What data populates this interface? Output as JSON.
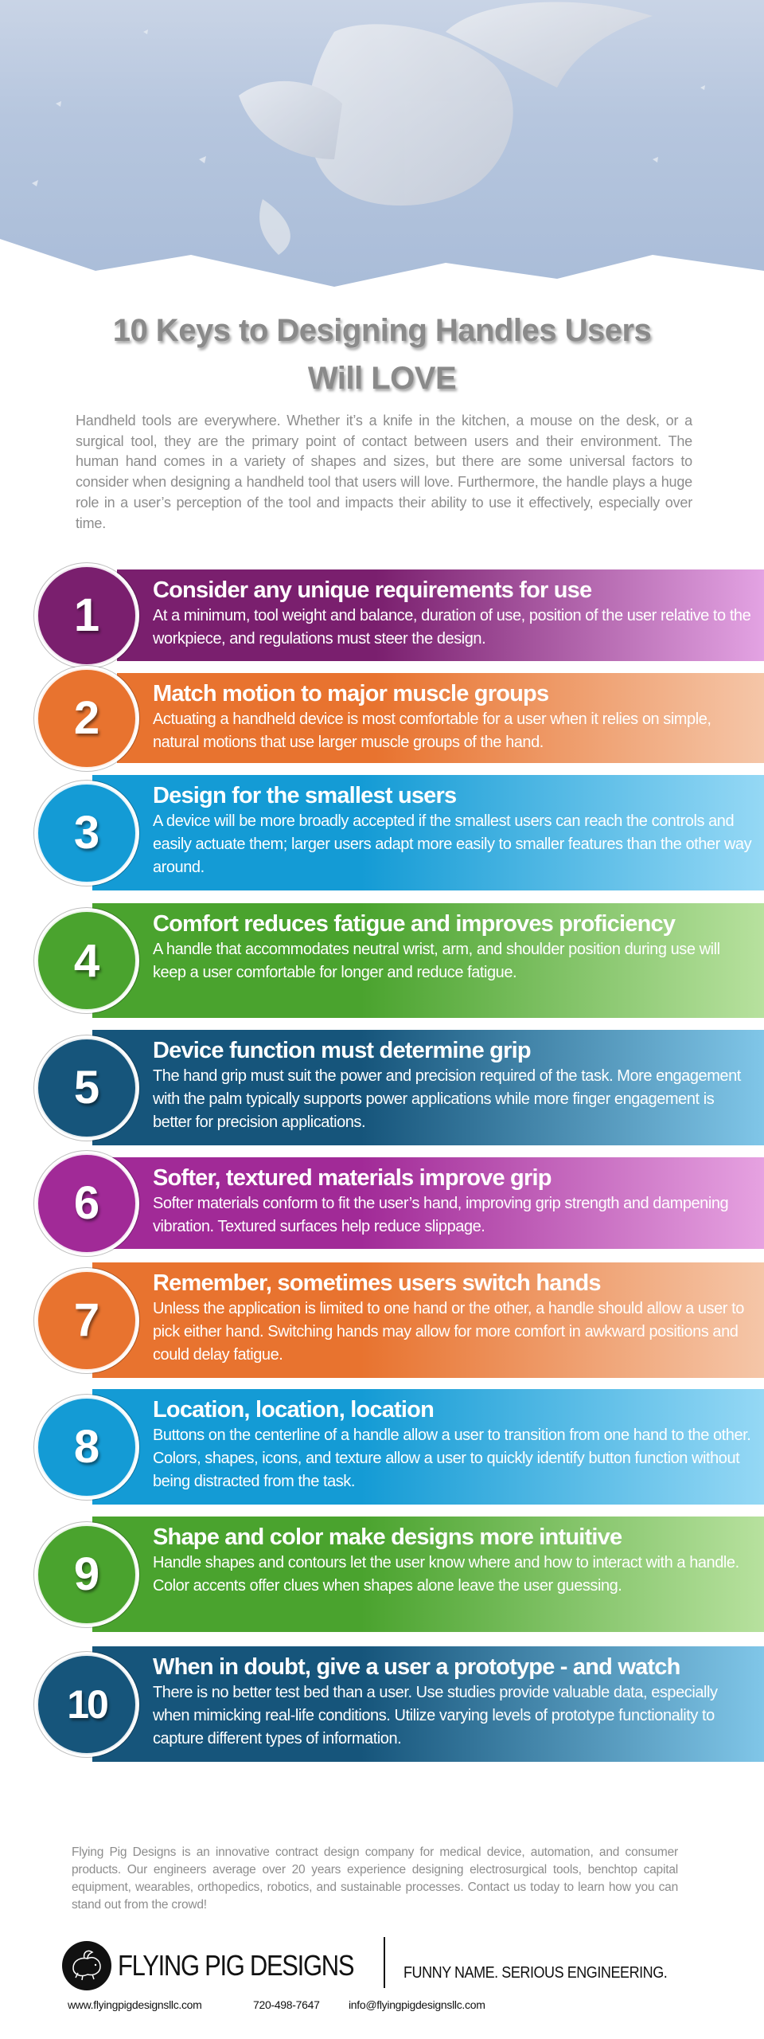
{
  "header": {
    "title_line1": "10 Keys to Designing Handles Users",
    "title_line2": "Will LOVE",
    "intro": "Handheld tools are everywhere.  Whether it’s a knife in the kitchen, a mouse on the desk, or a surgical tool, they are the primary point of contact between users and their environment.   The human hand comes in a variety of shapes and sizes, but there are some universal factors to consider when designing a handheld tool that users will love.   Furthermore, the handle plays a huge role in a user’s perception of the tool and impacts their ability to use it effectively, especially over time."
  },
  "keys": [
    {
      "number": "1",
      "title": "Consider any unique requirements for use",
      "body": "At a minimum, tool weight and balance, duration of use, position of the user relative to the workpiece, and regulations must steer the design.",
      "color_start": "#7a1f6e",
      "color_end": "#e3a3e3"
    },
    {
      "number": "2",
      "title": "Match motion to major muscle groups",
      "body": "Actuating a handheld device is most comfortable for a user when it relies on simple, natural motions that use larger muscle groups of the hand.",
      "color_start": "#e8732f",
      "color_end": "#f5c6a8"
    },
    {
      "number": "3",
      "title": "Design for the smallest users",
      "body": "A device will be more broadly accepted if the smallest users can reach the controls and easily actuate them; larger users adapt more easily to smaller features than the other way around.",
      "color_start": "#149bd5",
      "color_end": "#95d8f5"
    },
    {
      "number": "4",
      "title": "Comfort reduces fatigue and improves proficiency",
      "body": "A handle that accommodates neutral wrist, arm, and shoulder position during use will keep a user comfortable for longer and reduce fatigue.",
      "color_start": "#4aa32e",
      "color_end": "#b7e19e"
    },
    {
      "number": "5",
      "title": "Device function must determine grip",
      "body": "The hand grip must suit the power and precision required of the task. More engagement with the palm typically supports power applications while more finger engagement is better for precision applications.",
      "color_start": "#16557b",
      "color_end": "#80c6e8"
    },
    {
      "number": "6",
      "title": "Softer, textured materials improve grip",
      "body": "Softer materials conform to fit the user’s hand, improving grip strength and dampening vibration.   Textured surfaces help reduce slippage.",
      "color_start": "#a12a97",
      "color_end": "#e6a2e1"
    },
    {
      "number": "7",
      "title": "Remember, sometimes users switch hands",
      "body": "Unless the application is limited to one hand or the other, a handle should allow a user to pick either hand.   Switching hands may allow for more comfort in awkward positions and could delay fatigue.",
      "color_start": "#e8732f",
      "color_end": "#f5c6a8"
    },
    {
      "number": "8",
      "title": "Location, location, location",
      "body": "Buttons on the centerline of a handle allow a user to transition from one hand to the other. Colors, shapes, icons, and texture allow a user to quickly identify button function without being distracted from the task.",
      "color_start": "#149bd5",
      "color_end": "#95d8f5"
    },
    {
      "number": "9",
      "title": "Shape and color make designs more intuitive",
      "body": "Handle shapes and contours let the user know where and how to interact with a handle.   Color accents offer clues when shapes alone leave the user guessing.",
      "color_start": "#4aa32e",
      "color_end": "#b7e19e"
    },
    {
      "number": "10",
      "title": "When in doubt, give a user a prototype - and watch",
      "body": "There is no better test bed than a user.   Use studies provide valuable data, especially when mimicking real-life conditions.   Utilize varying levels of prototype functionality to capture different types of information.",
      "color_start": "#16557b",
      "color_end": "#80c6e8"
    }
  ],
  "footer": {
    "about": "Flying Pig Designs is an innovative contract design company for medical device, automation, and consumer products.  Our engineers average over 20 years experience designing electrosurgical tools, benchtop capital equipment, wearables, orthopedics, robotics, and sustainable processes.  Contact us today to learn how you can stand out from the crowd!",
    "brand": "FLYING PIG DESIGNS",
    "tagline": "FUNNY NAME.   SERIOUS ENGINEERING.",
    "website": "www.flyingpigdesignsllc.com",
    "phone": "720-498-7647",
    "email": "info@flyingpigdesignsllc.com",
    "logo_icon": "flying-pig-icon"
  }
}
